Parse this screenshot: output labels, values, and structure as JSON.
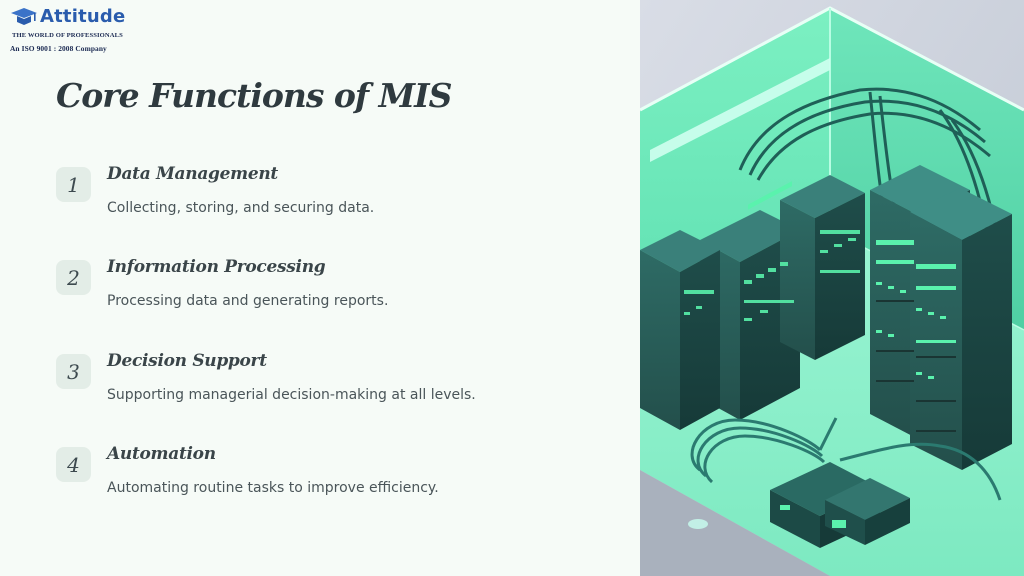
{
  "logo": {
    "name": "Attitude",
    "tagline": "The World Of Professionals",
    "iso": "An ISO 9001 : 2008 Company"
  },
  "title": "Core Functions of MIS",
  "items": [
    {
      "number": "1",
      "title": "Data Management",
      "description": "Collecting, storing, and securing data."
    },
    {
      "number": "2",
      "title": "Information Processing",
      "description": "Processing data and generating reports."
    },
    {
      "number": "3",
      "title": "Decision Support",
      "description": "Supporting managerial decision-making at all levels."
    },
    {
      "number": "4",
      "title": "Automation",
      "description": "Automating routine tasks to improve efficiency."
    }
  ],
  "colors": {
    "accent": "#4bd9a8",
    "text_dark": "#2f3a3f",
    "badge_bg": "#e3ede7",
    "logo_blue": "#2a5cad"
  },
  "illustration": {
    "icon": "server-room-illustration"
  }
}
